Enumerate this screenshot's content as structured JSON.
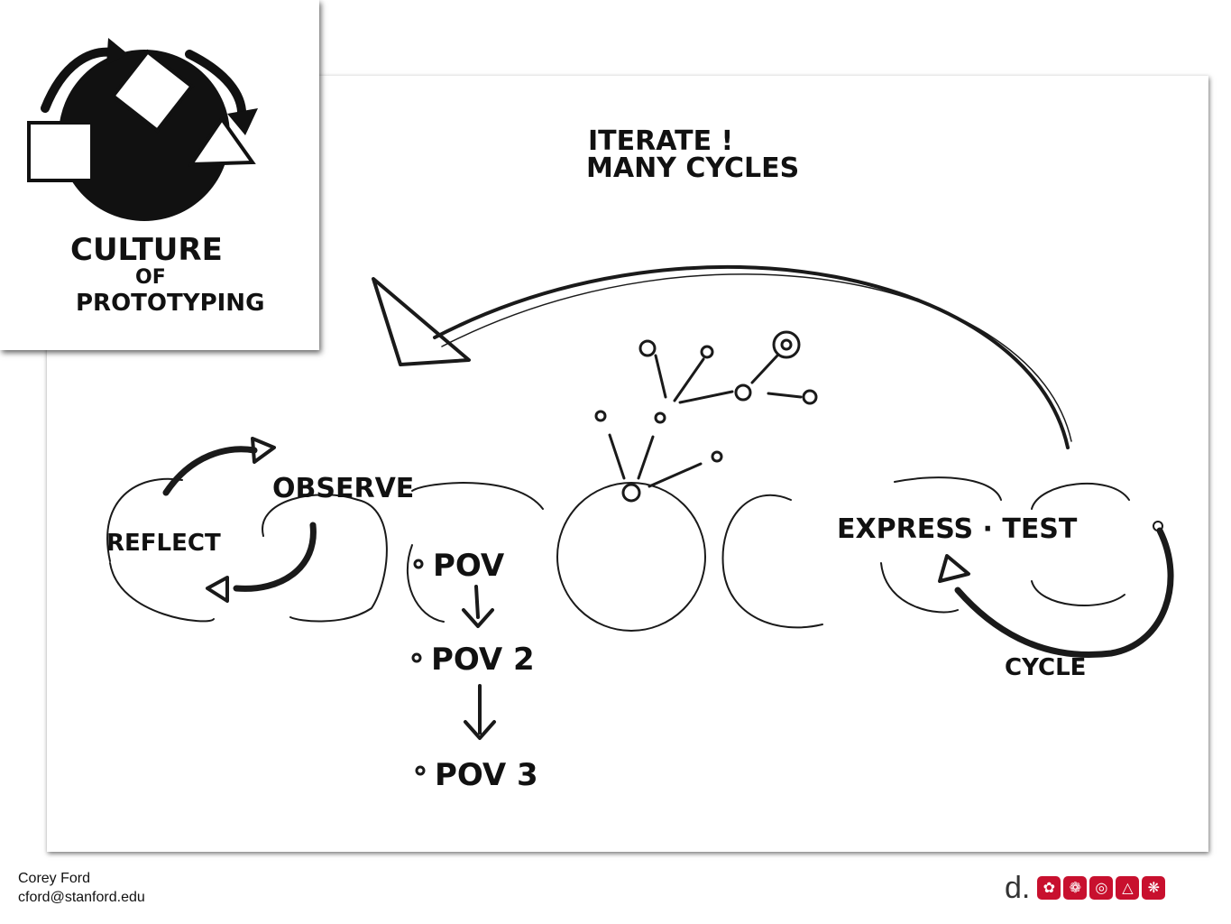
{
  "inset": {
    "title_line1": "CULTURE",
    "title_line2": "OF",
    "title_line3": "PROTOTYPING"
  },
  "diagram": {
    "iterate_line1": "ITERATE !",
    "iterate_line2": "MANY CYCLES",
    "observe": "OBSERVE",
    "reflect": "REFLECT",
    "pov1": "POV",
    "pov2": "POV 2",
    "pov3": "POV 3",
    "express_test": "EXPRESS · TEST",
    "cycle": "CYCLE"
  },
  "footer": {
    "name": "Corey Ford",
    "email": "cford@stanford.edu"
  },
  "brand": {
    "prefix": "d.",
    "accent_color": "#c8102e",
    "icons": [
      "flower-icon",
      "gear-icon",
      "spiral-icon",
      "triad-icon",
      "snowflake-icon"
    ]
  }
}
